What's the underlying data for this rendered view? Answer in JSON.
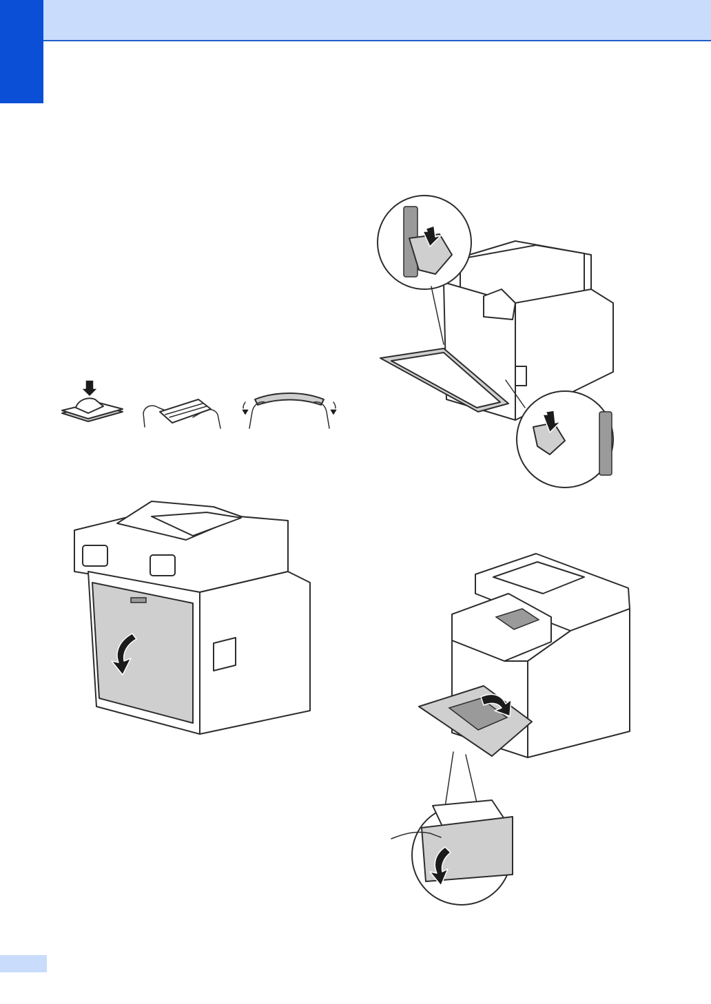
{
  "colors": {
    "header_band": "#c9dcfb",
    "header_rule": "#1e5cc8",
    "side_tab": "#0a4fd6",
    "footer_tab": "#c9dcfb"
  },
  "figures": [
    {
      "name": "fan-envelopes-illustration"
    },
    {
      "name": "open-back-cover-illustration"
    },
    {
      "name": "pull-down-green-levers-illustration"
    },
    {
      "name": "open-mp-tray-illustration"
    }
  ]
}
